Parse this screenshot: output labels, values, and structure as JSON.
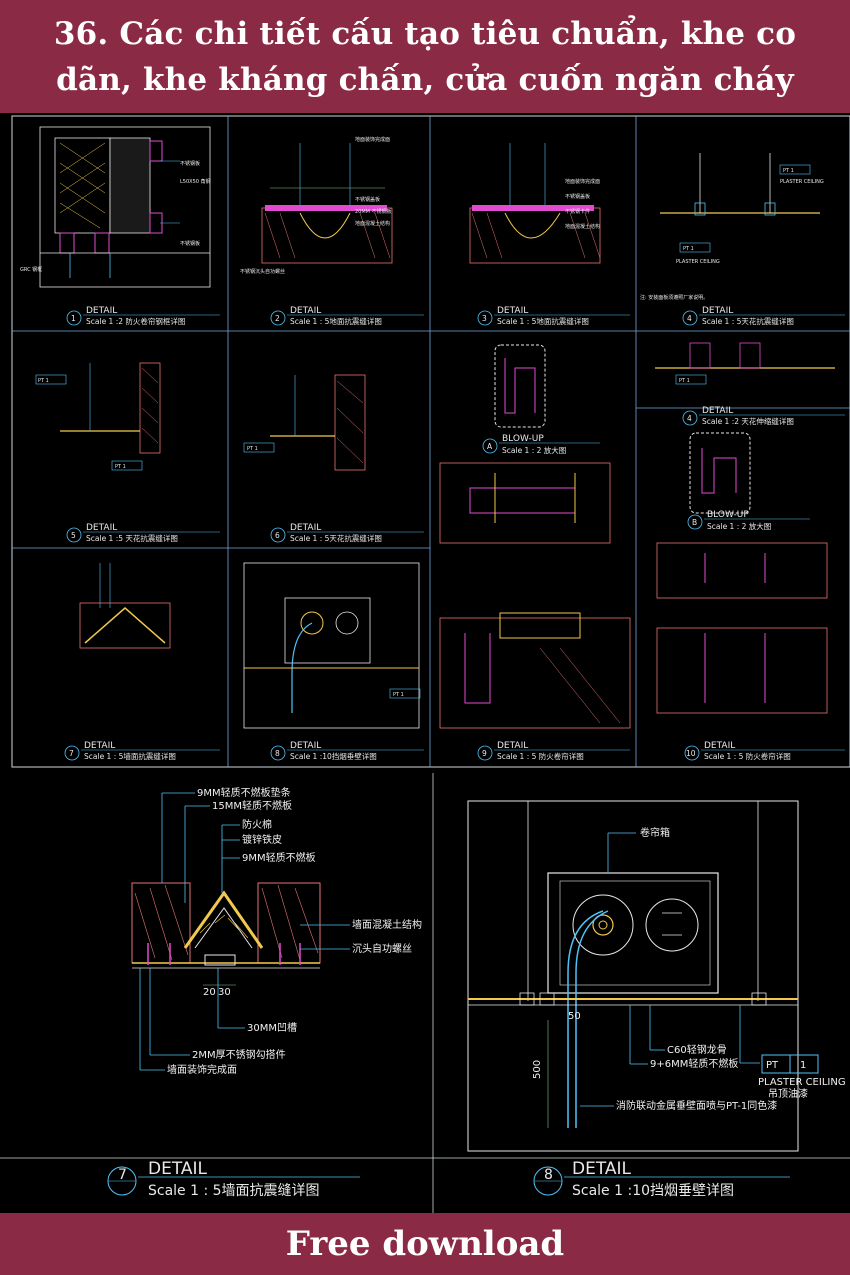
{
  "header": {
    "line1": "36. Các chi tiết cấu tạo tiêu chuẩn, khe co",
    "line2": "dãn, khe kháng chấn, cửa cuốn ngăn cháy"
  },
  "footer": {
    "label": "Free download"
  },
  "sheet_top": {
    "details": [
      {
        "num": "1",
        "title": "DETAIL",
        "scale": "Scale 1 :2 防火卷帘钢框详图"
      },
      {
        "num": "2",
        "title": "DETAIL",
        "scale": "Scale 1 : 5地面抗震缝详图"
      },
      {
        "num": "3",
        "title": "DETAIL",
        "scale": "Scale 1 : 5地面抗震缝详图"
      },
      {
        "num": "4",
        "title": "DETAIL",
        "scale": "Scale 1 : 5天花抗震缝详图"
      },
      {
        "num": "5",
        "title": "DETAIL",
        "scale": "Scale 1 :5 天花抗震缝详图"
      },
      {
        "num": "6",
        "title": "DETAIL",
        "scale": "Scale 1 : 5天花抗震缝详图"
      },
      {
        "num": "7",
        "title": "DETAIL",
        "scale": "Scale 1 : 5墙面抗震缝详图"
      },
      {
        "num": "8",
        "title": "DETAIL",
        "scale": "Scale 1 :10挡烟垂壁详图"
      },
      {
        "num": "9",
        "title": "DETAIL",
        "scale": "Scale 1 : 5 防火卷帘详图"
      },
      {
        "num": "10",
        "title": "DETAIL",
        "scale": "Scale 1 : 5 防火卷帘详图"
      },
      {
        "num": "4",
        "title": "DETAIL",
        "scale": "Scale 1 :2 天花伸缩缝详图"
      }
    ],
    "blowups": [
      {
        "num": "A",
        "title": "BLOW-UP",
        "scale": "Scale 1 : 2 放大图"
      },
      {
        "num": "B",
        "title": "BLOW-UP",
        "scale": "Scale 1 : 2 放大图"
      }
    ],
    "pt_tag": "PT 1",
    "plaster_ceiling": "PLASTER CEILING",
    "note": "注: 安装面板须遵照厂家说明。"
  },
  "sheet_bottom": {
    "left": {
      "num": "7",
      "title": "DETAIL",
      "scale": "Scale 1 : 5墙面抗震缝详图",
      "labels": [
        "9MM轻质不燃板垫条",
        "15MM轻质不燃板",
        "防火棉",
        "镀锌铁皮",
        "9MM轻质不燃板",
        "墙面混凝土结构",
        "沉头自功螺丝",
        "30MM凹槽",
        "2MM厚不锈钢勾搭件",
        "墙面装饰完成面"
      ],
      "dims": [
        "20",
        "30"
      ]
    },
    "right": {
      "num": "8",
      "title": "DETAIL",
      "scale": "Scale 1 :10挡烟垂壁详图",
      "labels": [
        "卷帘箱",
        "C60轻钢龙骨",
        "9+6MM轻质不燃板",
        "消防联动金属垂壁面喷与PT-1同色漆"
      ],
      "pt_tag": "PT",
      "pt_num": "1",
      "plaster_ceiling": "PLASTER CEILING",
      "ceiling_cn": "吊顶油漆",
      "dims": [
        "50",
        "500"
      ]
    }
  }
}
